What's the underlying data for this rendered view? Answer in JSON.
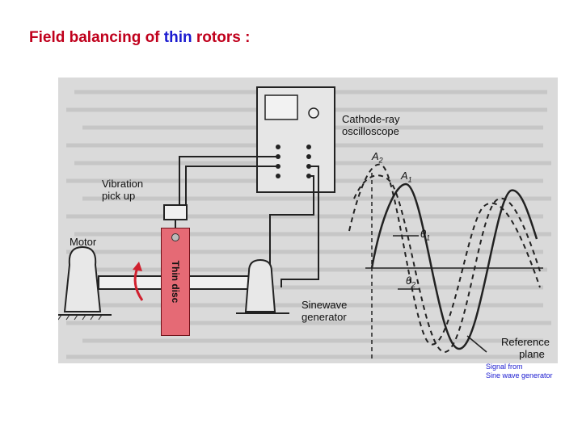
{
  "slide": {
    "title_part1": "Field balancing of ",
    "title_highlight": "thin",
    "title_part2": " rotors :",
    "signal_note_line1": "Signal from",
    "signal_note_line2": "Sine wave generator"
  },
  "figure": {
    "labels": {
      "oscilloscope_line1": "Cathode-ray",
      "oscilloscope_line2": "oscilloscope",
      "pickup_line1": "Vibration",
      "pickup_line2": "pick up",
      "motor": "Motor",
      "thin_disc": "Thin disc",
      "generator_line1": "Sinewave",
      "generator_line2": "generator",
      "reference_line1": "Reference",
      "reference_line2": "plane",
      "a2": "A",
      "a2_sub": "2",
      "a1": "A",
      "a1_sub": "1",
      "theta1": "θ",
      "theta1_sub": "1",
      "theta2": "θ",
      "theta2_sub": "2"
    },
    "colors": {
      "disc_fill": "#e56a75",
      "title_red": "#c0001c",
      "title_blue": "#1a1ad0",
      "arrow_red": "#d0202e"
    }
  }
}
